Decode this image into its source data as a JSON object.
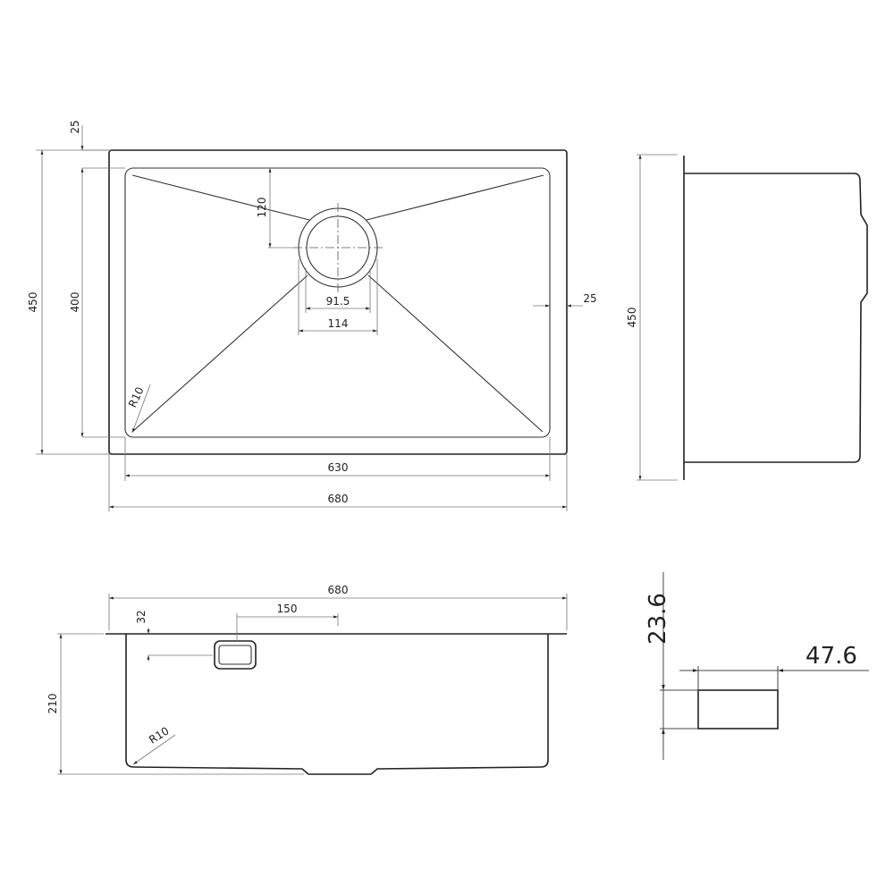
{
  "top_view": {
    "dims": {
      "flange_top": "25",
      "overall_depth": "450",
      "inner_depth": "400",
      "drain_offset": "120",
      "drain_inner": "91.5",
      "drain_outer": "114",
      "flange_right": "25",
      "inner_width": "630",
      "overall_width": "680",
      "corner_radius": "R10"
    }
  },
  "side_view": {
    "dims": {
      "overall_depth": "450"
    }
  },
  "front_view": {
    "dims": {
      "overall_width": "680",
      "overflow_offset": "150",
      "overflow_drop": "32",
      "height": "210",
      "corner_radius": "R10"
    }
  },
  "overflow_detail": {
    "dims": {
      "height": "23.6",
      "width": "47.6"
    }
  },
  "colors": {
    "line": "#222222",
    "dimension": "#777777",
    "background": "#ffffff"
  }
}
